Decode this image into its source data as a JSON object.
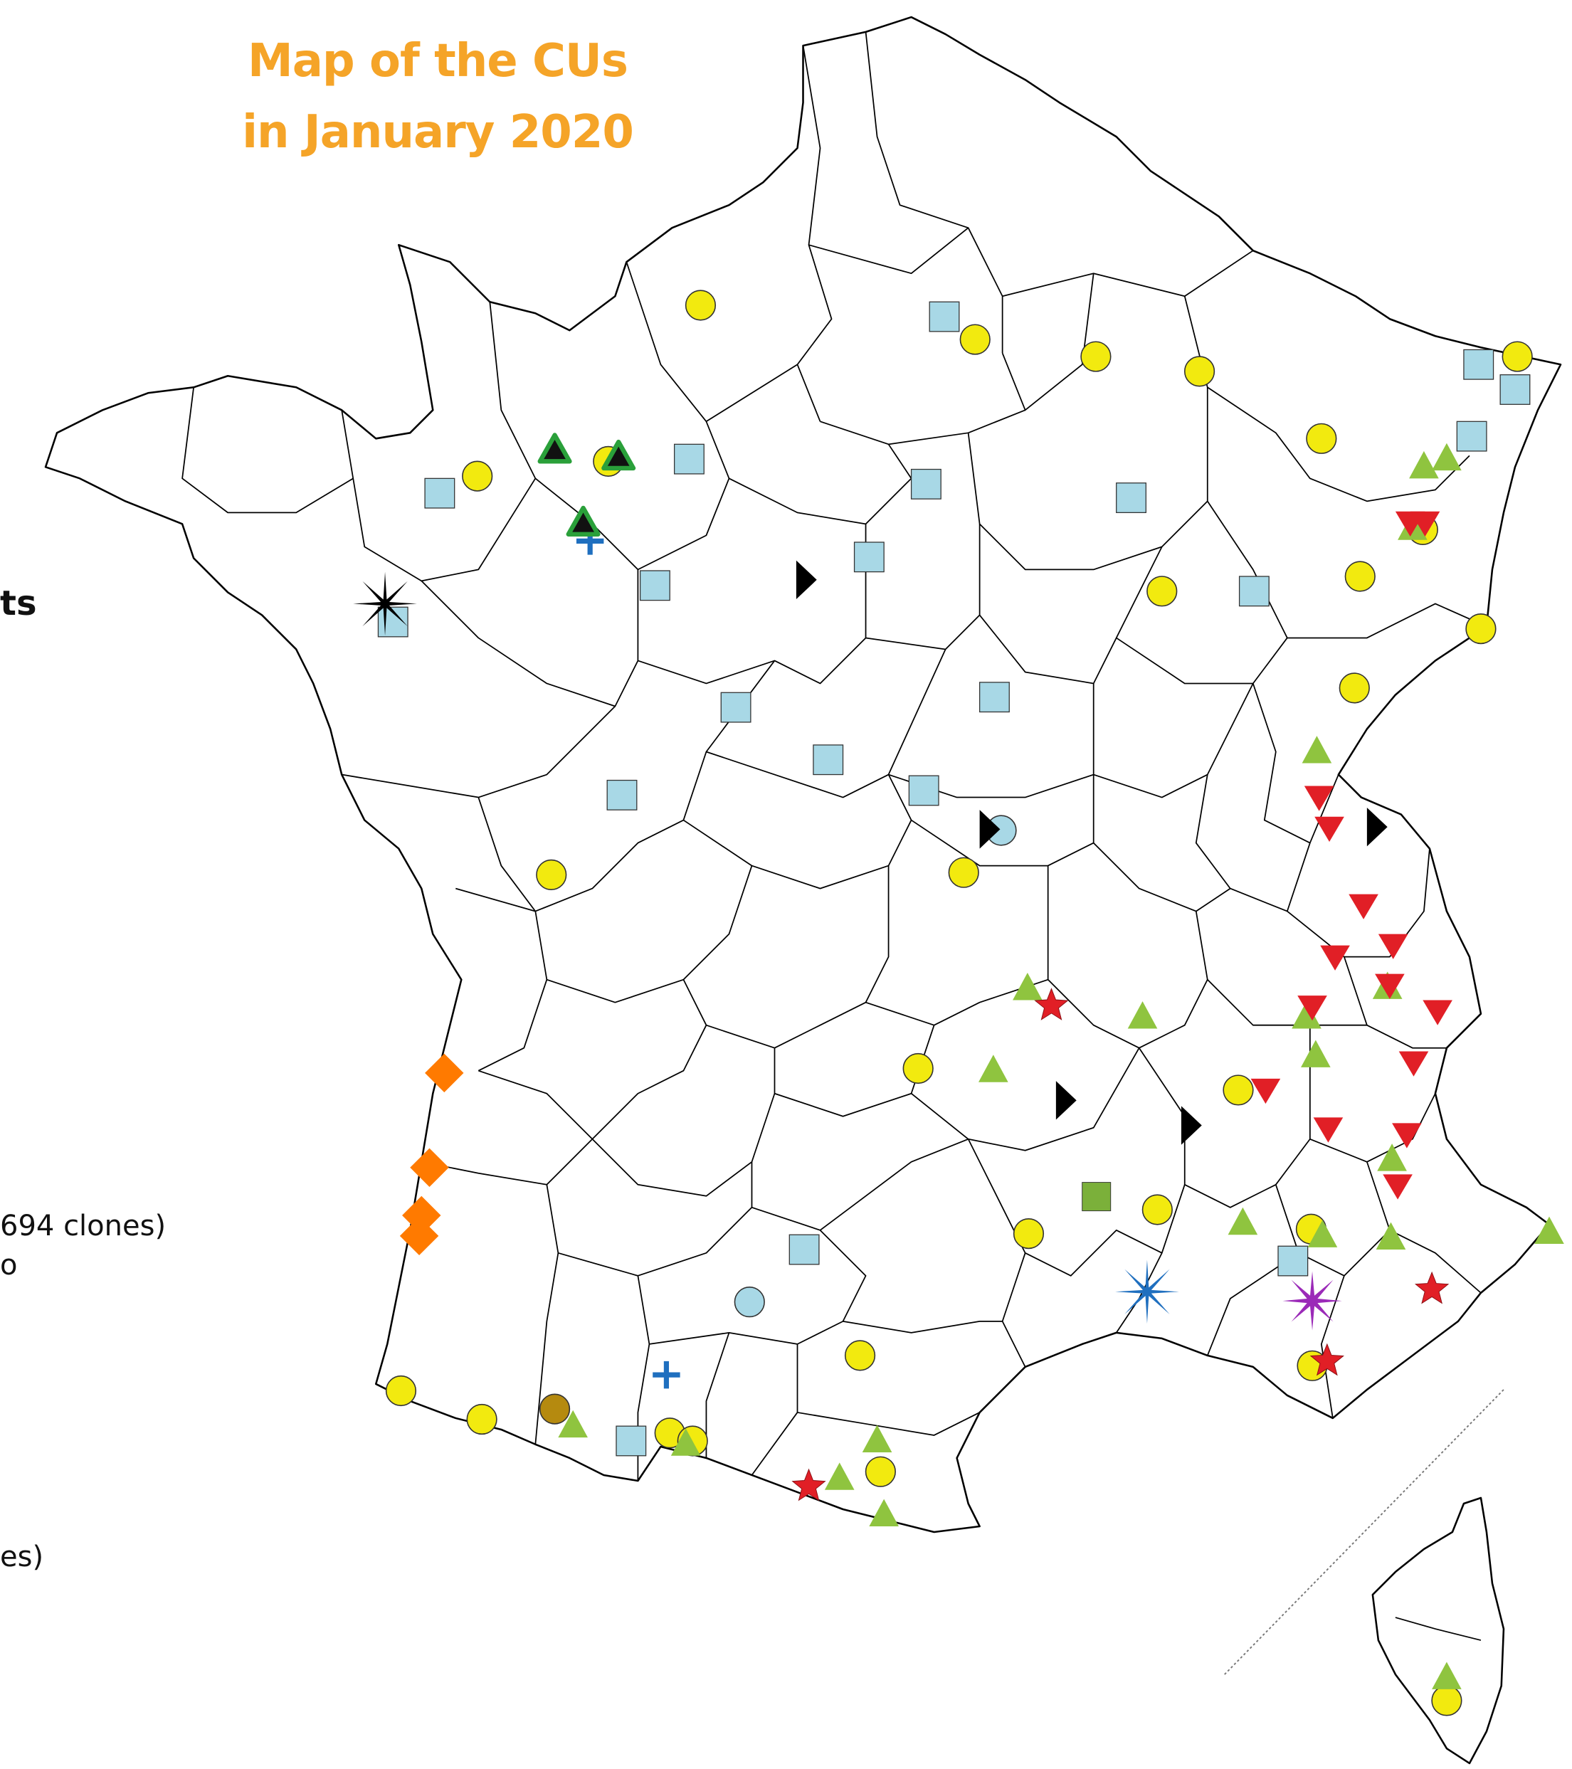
{
  "title": {
    "line1": "Map of the CUs",
    "line2": "in January 2020",
    "color": "#f5a428"
  },
  "legend_fragments": {
    "bold": "ts",
    "line1": "694 clones)",
    "line2": "o",
    "line3": "es)"
  },
  "marker_colors": {
    "yellow_circle": "#f2ea0f",
    "blue_square": "#a8d8e6",
    "green_triangle": "#8fc43f",
    "red_down_triangle": "#e11f26",
    "red_star": "#e11f26",
    "orange_diamond": "#ff7a00",
    "black_pennant": "#000000",
    "blue_star": "#1f6fbf",
    "purple_star": "#9b2ab8",
    "olive_circle": "#b58a0f",
    "dark_green_triangle": "#2aa03a",
    "blue_cross": "#1f6fbf",
    "green_square": "#7bb03a"
  },
  "map_icons": [
    "yellow-circle-icon",
    "blue-square-icon",
    "green-triangle-icon",
    "red-down-triangle-icon",
    "red-star-icon",
    "orange-diamond-icon",
    "black-pennant-icon",
    "blue-star-icon",
    "purple-star-icon",
    "olive-circle-icon",
    "dark-green-triangle-icon",
    "blue-cross-icon",
    "green-square-icon",
    "blue-circle-icon"
  ]
}
